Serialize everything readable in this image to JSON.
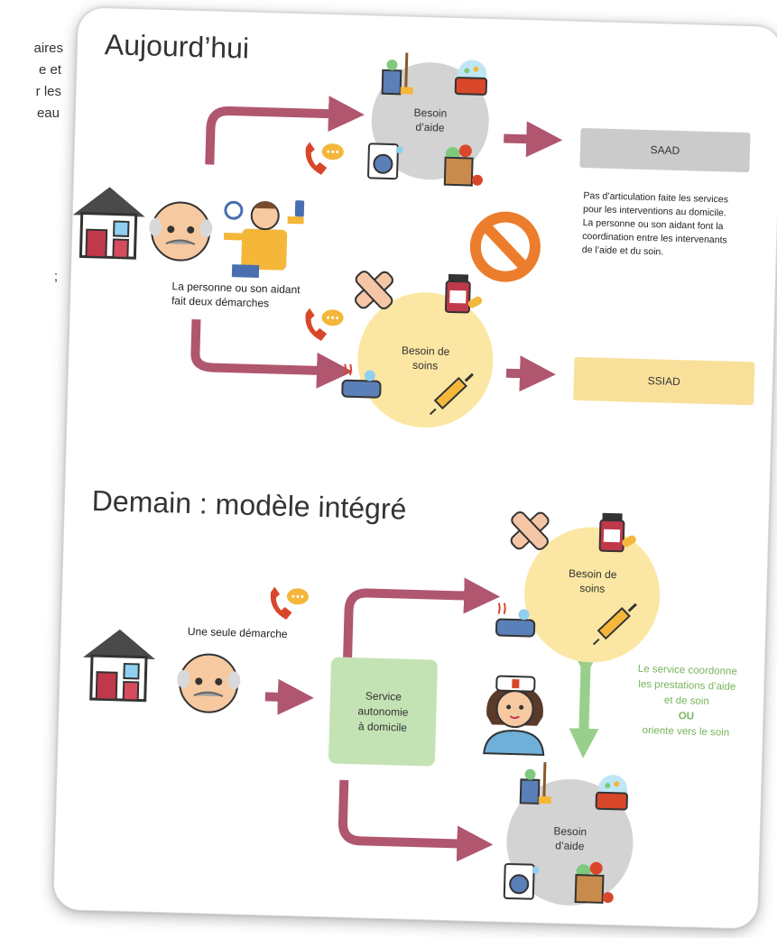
{
  "page_left_fragments": [
    "aires",
    "e et",
    "r les",
    "eau",
    ";"
  ],
  "today": {
    "heading": "Aujourd’hui",
    "aide_circle_label": "Besoin\nd’aide",
    "soins_circle_label": "Besoin de\nsoins",
    "person_caption": "La personne ou son aidant\nfait deux démarches",
    "saad_label": "SAAD",
    "ssiad_label": "SSIAD",
    "no_articulation_text": "Pas d’articulation faite les services\npour les interventions au domicile.\nLa personne ou son aidant font la\ncoordination entre les intervenants\nde l’aide et du soin."
  },
  "tomorrow": {
    "heading": "Demain : modèle intégré",
    "single_step_caption": "Une seule démarche",
    "service_box_label": "Service\nautonomie\nà domicile",
    "soins_circle_label": "Besoin de\nsoins",
    "aide_circle_label": "Besoin\nd’aide",
    "coordination_text_1": "Le service coordonne\nles prestations d’aide\net de soin",
    "coordination_ou": "OU",
    "coordination_text_2": "oriente vers le soin"
  },
  "colors": {
    "arrow_plum": "#b0566f",
    "circle_grey": "#d4d3d4",
    "circle_yellow": "#fbe7a3",
    "saad_box": "#cccbcc",
    "ssiad_box": "#f9e09a",
    "service_box": "#c4e3b4",
    "green_arrow": "#98cf8c",
    "no_sign_orange": "#ec7d2c",
    "green_text": "#79b45e",
    "phone_red": "#d9472b",
    "bubble_yellow": "#f4b73a"
  },
  "icons": [
    "house-icon",
    "elderly-man-icon",
    "busy-helper-icon",
    "phone-call-icon",
    "cleaning-tools-icon",
    "cooking-pot-icon",
    "washing-machine-icon",
    "grocery-bag-icon",
    "bandage-icon",
    "medicine-bottle-icon",
    "bathtub-icon",
    "syringe-icon",
    "prohibited-sign-icon",
    "nurse-icon"
  ]
}
